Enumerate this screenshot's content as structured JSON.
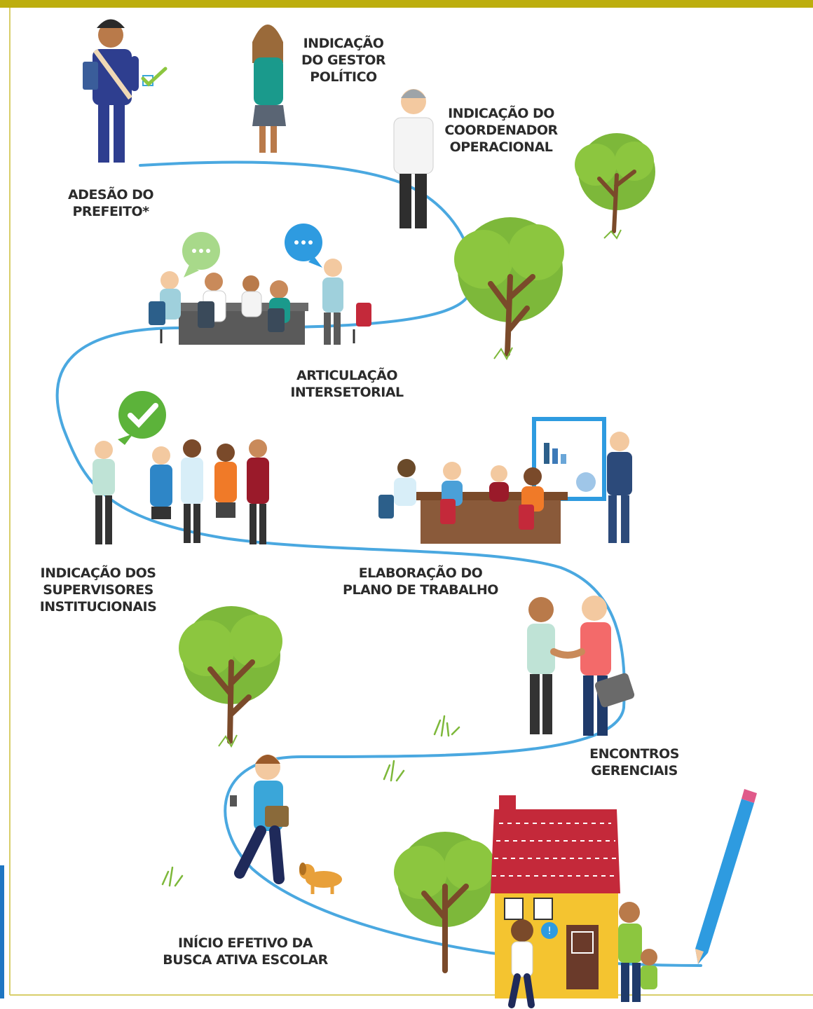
{
  "theme": {
    "banner_color": "#bdae0e",
    "path_color": "#4aa8e0",
    "label_color": "#2b2b2b",
    "tree_color": "#7db83a",
    "trunk_color": "#7a4a2a"
  },
  "steps": [
    {
      "lines": [
        "ADESÃO DO",
        "PREFEITO*"
      ]
    },
    {
      "lines": [
        "INDICAÇÃO",
        "DO GESTOR",
        "POLÍTICO"
      ]
    },
    {
      "lines": [
        "INDICAÇÃO DO",
        "COORDENADOR",
        "OPERACIONAL"
      ]
    },
    {
      "lines": [
        "ARTICULAÇÃO",
        "INTERSETORIAL"
      ]
    },
    {
      "lines": [
        "INDICAÇÃO DOS",
        "SUPERVISORES",
        "INSTITUCIONAIS"
      ]
    },
    {
      "lines": [
        "ELABORAÇÃO DO",
        "PLANO DE TRABALHO"
      ]
    },
    {
      "lines": [
        "ENCONTROS",
        "GERENCIAIS"
      ]
    },
    {
      "lines": [
        "INÍCIO EFETIVO DA",
        "BUSCA ATIVA ESCOLAR"
      ]
    }
  ],
  "icons": {
    "speech_left": "speech-bubble-ellipsis-icon",
    "speech_right": "speech-bubble-ellipsis-icon",
    "approval": "check-icon",
    "mayor_check": "check-icon",
    "pencil": "pencil-icon"
  }
}
